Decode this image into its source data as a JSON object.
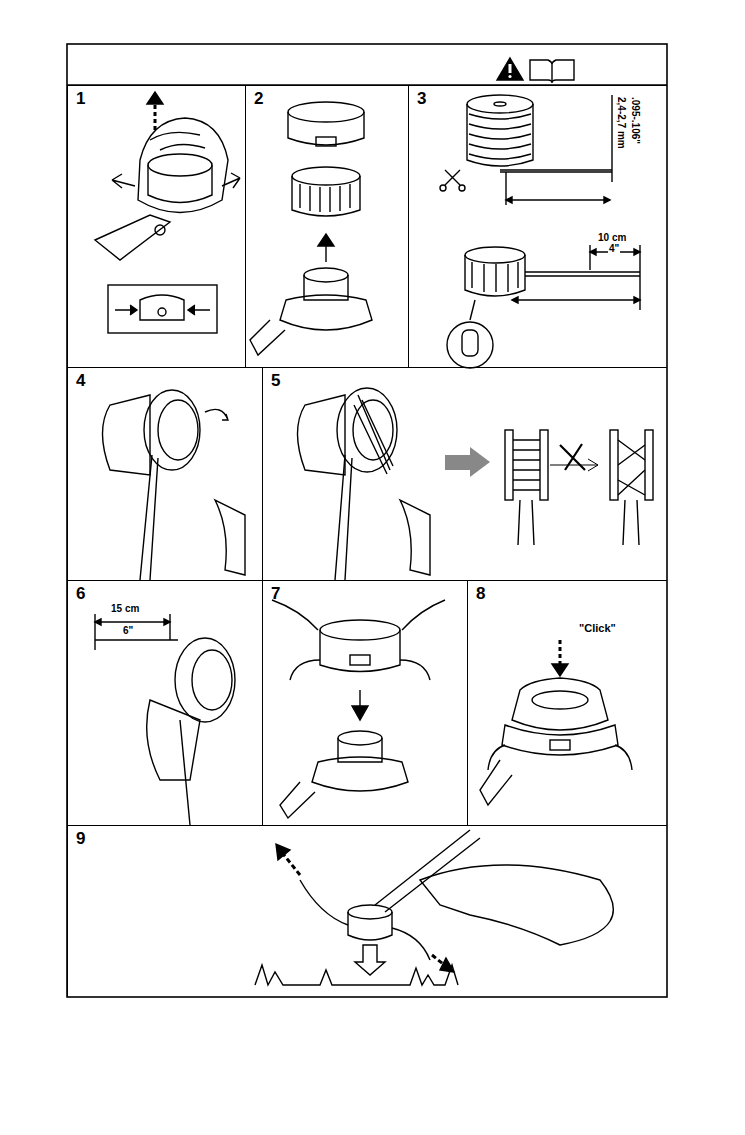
{
  "diagram": {
    "nodes": [
      {
        "text": [
          "1"
        ]
      },
      {
        "text": [
          "2"
        ]
      },
      {
        "text": [
          "3"
        ]
      },
      {
        "text": [
          "4"
        ]
      },
      {
        "text": [
          "5"
        ]
      },
      {
        "text": [
          "6"
        ]
      },
      {
        "text": [
          "7"
        ]
      },
      {
        "text": [
          "8"
        ]
      },
      {
        "text": [
          "9"
        ]
      }
    ],
    "labels": [
      "2,4-2,7 mm",
      ".095-.106\"",
      "10 cm",
      "4\"",
      "15 cm",
      "6\"",
      "\"Click\""
    ]
  }
}
